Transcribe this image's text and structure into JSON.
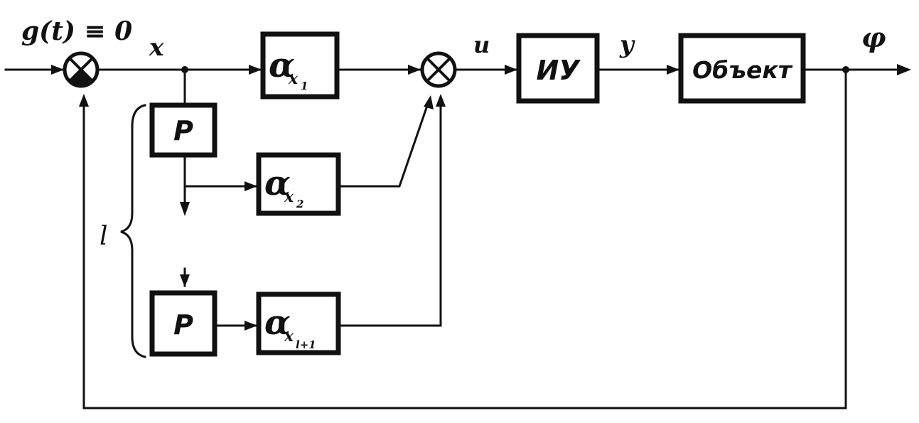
{
  "signals": {
    "setpoint": "g(t) ≡ 0",
    "x": "x",
    "u": "u",
    "y": "y",
    "phi": "φ",
    "stages": "l"
  },
  "blocks": {
    "gain_symbol": "α",
    "gain_1_sub": "x",
    "gain_1_idx": "1",
    "gain_2_sub": "x",
    "gain_2_idx": "2",
    "gain_3_sub": "x",
    "gain_3_idx": "l+1",
    "p_top": "P",
    "p_bottom": "P",
    "actuator": "ИУ",
    "plant": "Объект"
  }
}
